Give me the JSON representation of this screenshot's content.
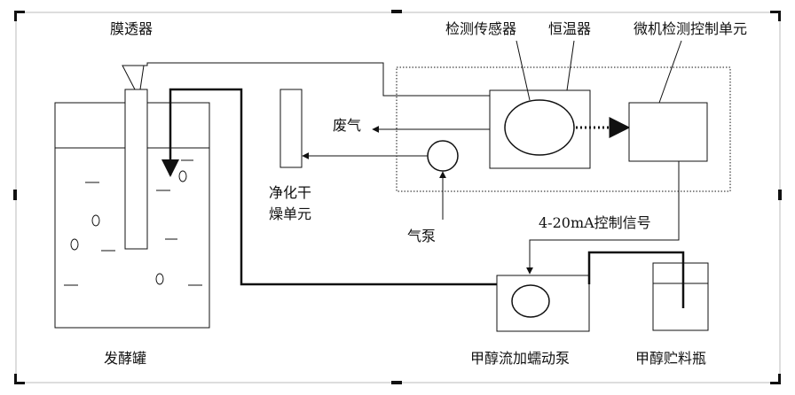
{
  "labels": {
    "membrane": "膜透器",
    "sensor": "检测传感器",
    "thermostat": "恒温器",
    "microcontroller": "微机检测控制单元",
    "exhaust": "废气",
    "purifier": "净化干燥单元",
    "air_pump": "气泵",
    "control_signal": "4-20mA控制信号",
    "fermenter": "发酵罐",
    "peristaltic_pump": "甲醇流加蠕动泵",
    "storage_bottle": "甲醇贮料瓶"
  },
  "colors": {
    "line": "#111111",
    "frame": "#bbbbbb",
    "background": "#ffffff"
  },
  "icons": {
    "arrowhead": "triangle-arrow",
    "bubble": "ellipse-outline"
  }
}
